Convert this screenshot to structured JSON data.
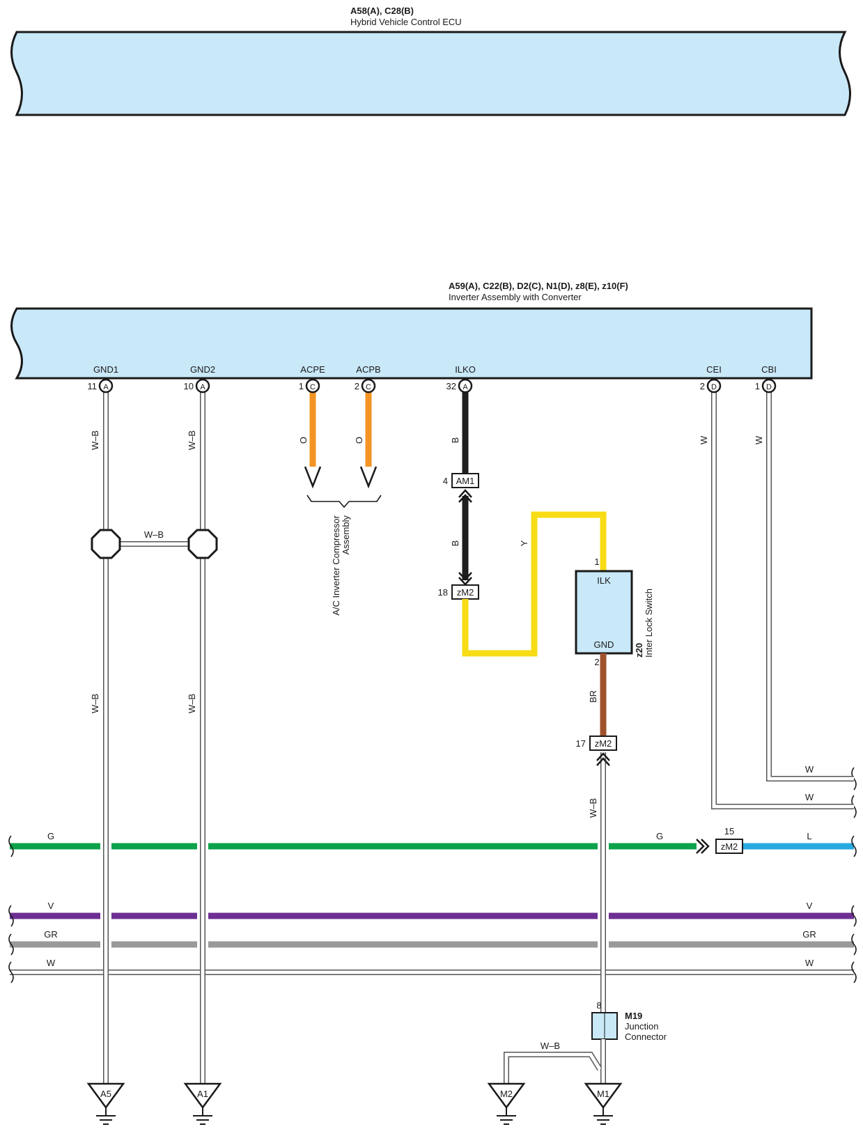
{
  "ecu_top": {
    "code": "A58(A), C28(B)",
    "name": "Hybrid Vehicle Control ECU"
  },
  "inverter": {
    "code": "A59(A), C22(B), D2(C), N1(D), z8(E), z10(F)",
    "name": "Inverter Assembly with Converter",
    "terminals": [
      {
        "label": "GND1",
        "pin": "11",
        "connector": "A"
      },
      {
        "label": "GND2",
        "pin": "10",
        "connector": "A"
      },
      {
        "label": "ACPE",
        "pin": "1",
        "connector": "C"
      },
      {
        "label": "ACPB",
        "pin": "2",
        "connector": "C"
      },
      {
        "label": "ILKO",
        "pin": "32",
        "connector": "A"
      },
      {
        "label": "CEI",
        "pin": "2",
        "connector": "D"
      },
      {
        "label": "CBI",
        "pin": "1",
        "connector": "D"
      }
    ]
  },
  "wire_colors": {
    "W-B": "W–B",
    "O": "O",
    "B": "B",
    "Y": "Y",
    "BR": "BR",
    "W": "W",
    "G": "G",
    "L": "L",
    "V": "V",
    "GR": "GR"
  },
  "colors": {
    "ecu_fill": "#c9e8f8",
    "orange": "#f39424",
    "black": "#1e1e1e",
    "yellow": "#f7dc16",
    "brown": "#a0522d",
    "green": "#0ba24a",
    "blue": "#28aae1",
    "purple": "#6d2f93",
    "gray": "#9a9a9a",
    "white_wire": "#ffffff"
  },
  "connectors": {
    "am1": {
      "pin": "4",
      "name": "AM1"
    },
    "zm2_a": {
      "pin": "18",
      "name": "zM2"
    },
    "zm2_b": {
      "pin": "17",
      "name": "zM2"
    },
    "zm2_c": {
      "pin": "15",
      "name": "zM2"
    }
  },
  "ac_compressor": {
    "line1": "A/C Inverter Compressor",
    "line2": "Assembly"
  },
  "interlock": {
    "code": "z20",
    "name": "Inter Lock Switch",
    "pin_top": "1",
    "term_top": "ILK",
    "pin_bottom": "2",
    "term_bottom": "GND"
  },
  "junction": {
    "code": "M19",
    "line1": "Junction",
    "line2": "Connector",
    "pin": "8"
  },
  "grounds": [
    "A5",
    "A1",
    "M2",
    "M1"
  ]
}
